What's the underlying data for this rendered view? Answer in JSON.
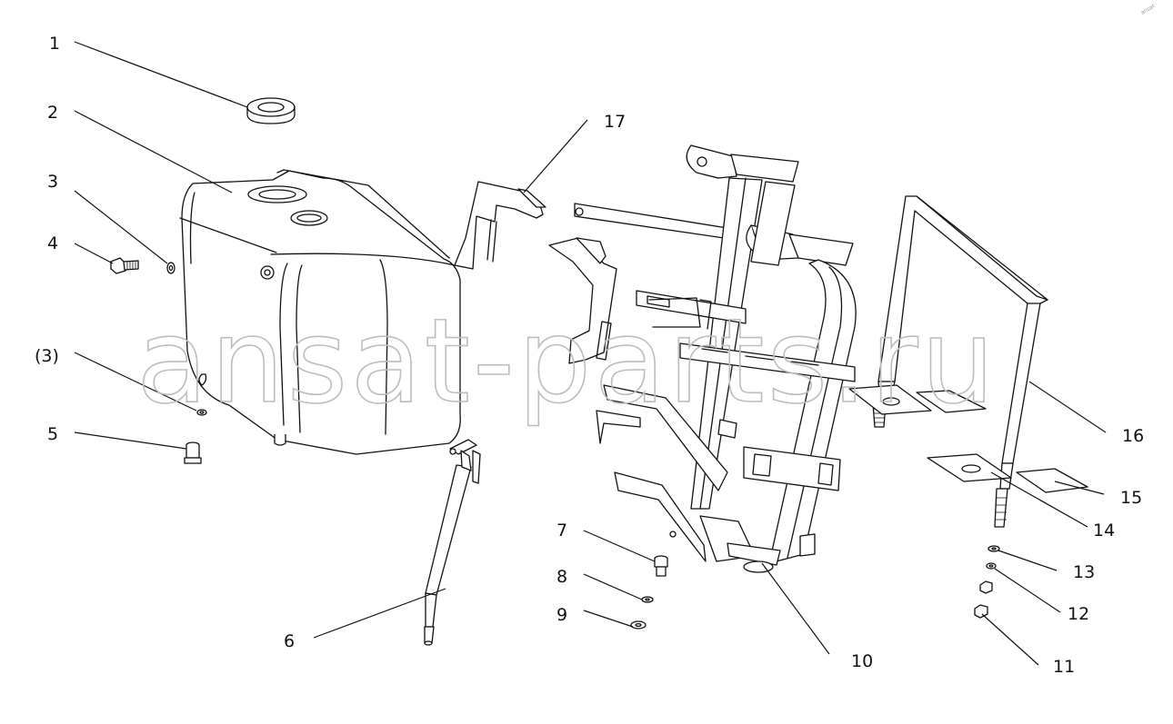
{
  "watermark": "ansat-parts.ru",
  "corner_mark": "ansat",
  "callouts": [
    {
      "id": "1",
      "label": "1"
    },
    {
      "id": "2",
      "label": "2"
    },
    {
      "id": "3",
      "label": "3"
    },
    {
      "id": "4",
      "label": "4"
    },
    {
      "id": "3b",
      "label": "(3)"
    },
    {
      "id": "5",
      "label": "5"
    },
    {
      "id": "6",
      "label": "6"
    },
    {
      "id": "7",
      "label": "7"
    },
    {
      "id": "8",
      "label": "8"
    },
    {
      "id": "9",
      "label": "9"
    },
    {
      "id": "10",
      "label": "10"
    },
    {
      "id": "11",
      "label": "11"
    },
    {
      "id": "12",
      "label": "12"
    },
    {
      "id": "13",
      "label": "13"
    },
    {
      "id": "14",
      "label": "14"
    },
    {
      "id": "15",
      "label": "15"
    },
    {
      "id": "16",
      "label": "16"
    },
    {
      "id": "17",
      "label": "17"
    }
  ]
}
